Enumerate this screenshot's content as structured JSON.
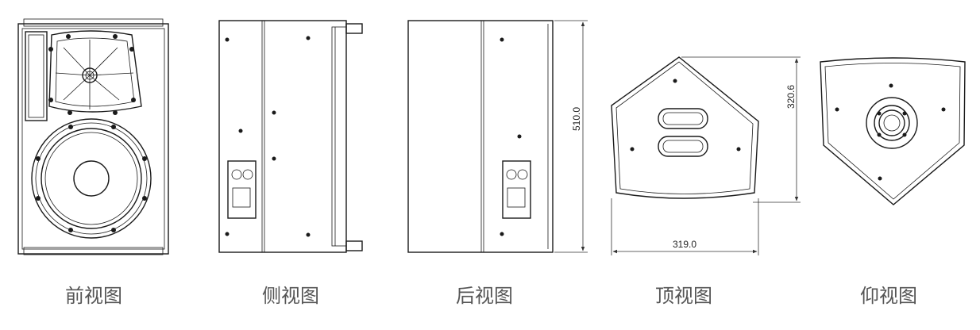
{
  "views": {
    "front": "前视图",
    "side": "侧视图",
    "rear": "后视图",
    "top": "顶视图",
    "bottom": "仰视图"
  },
  "dimensions": {
    "height": "510.0",
    "depth": "320.6",
    "width": "319.0"
  }
}
